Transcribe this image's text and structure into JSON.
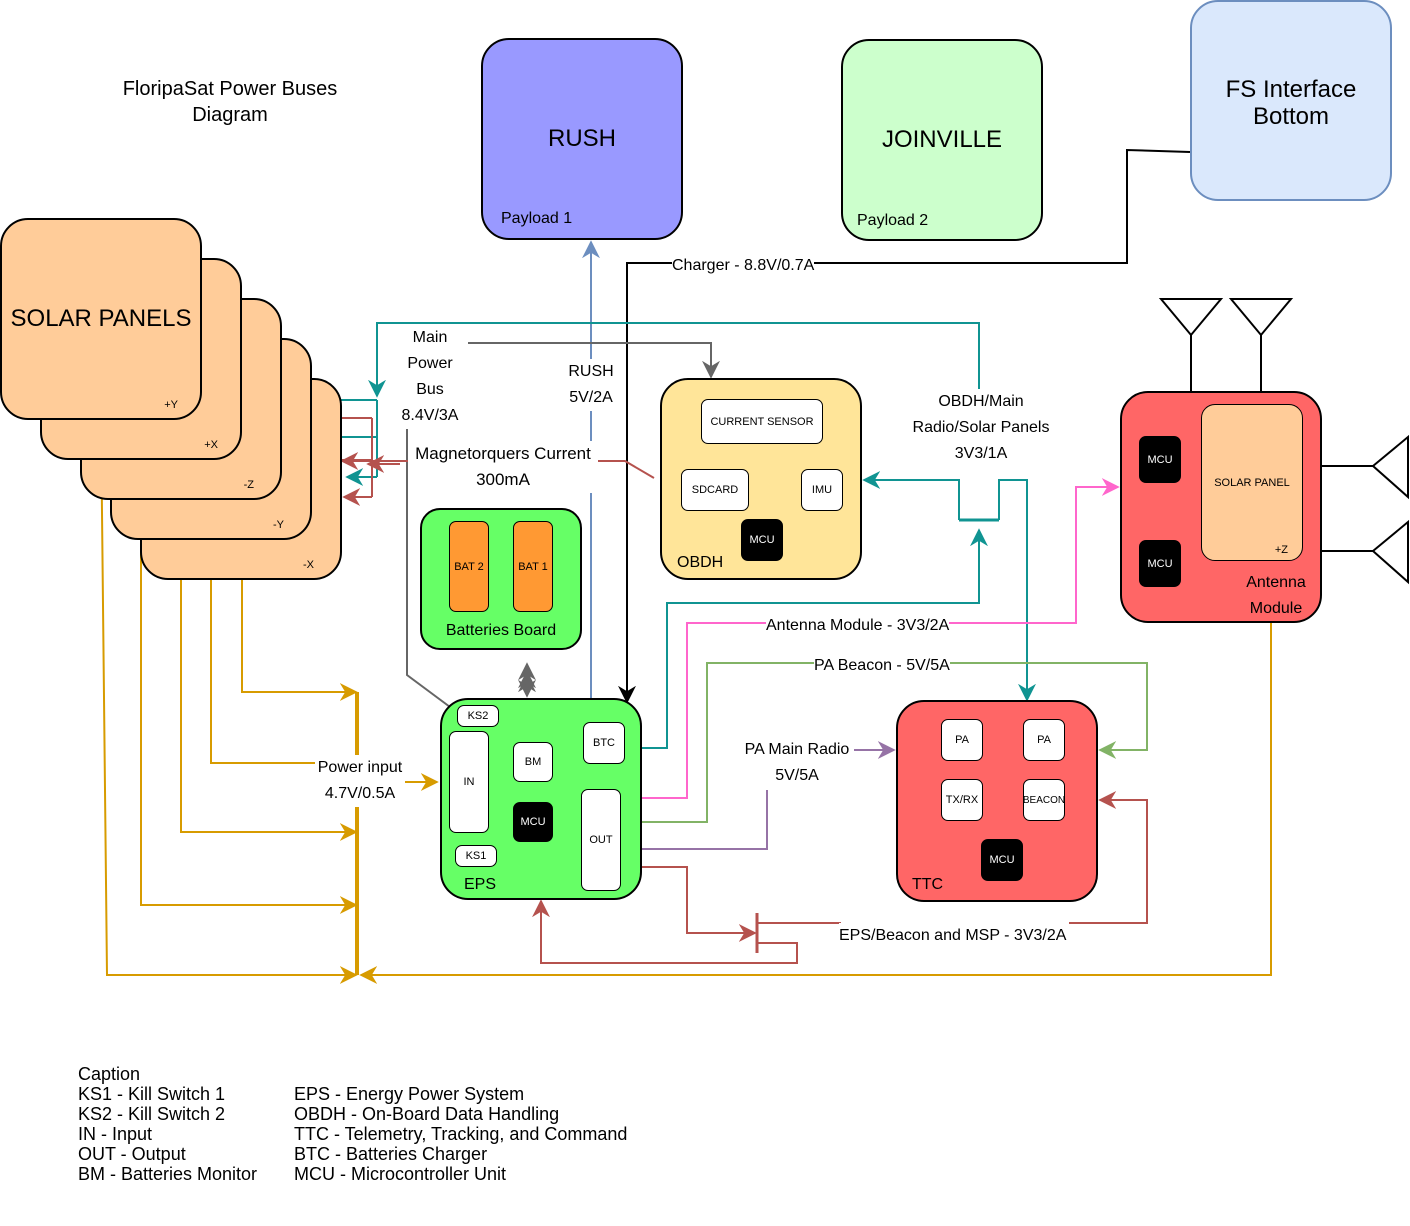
{
  "title": {
    "line1": "FloripaSat Power Buses",
    "line2": "Diagram"
  },
  "solar_panels": {
    "name": "SOLAR PANELS",
    "faces": [
      "+Y",
      "+X",
      "-Z",
      "-Y",
      "-X"
    ]
  },
  "payload1": {
    "name": "RUSH",
    "tag": "Payload 1"
  },
  "payload2": {
    "name": "JOINVILLE",
    "tag": "Payload 2"
  },
  "fs_interface": {
    "line1": "FS Interface",
    "line2": "Bottom"
  },
  "obdh": {
    "name": "OBDH",
    "current_sensor": "CURRENT SENSOR",
    "sdcard": "SDCARD",
    "imu": "IMU",
    "mcu": "MCU"
  },
  "batteries": {
    "name": "Batteries Board",
    "bat2": "BAT 2",
    "bat1": "BAT 1"
  },
  "eps": {
    "name": "EPS",
    "ks2": "KS2",
    "ks1": "KS1",
    "in": "IN",
    "bm": "BM",
    "mcu": "MCU",
    "btc": "BTC",
    "out": "OUT"
  },
  "ttc": {
    "name": "TTC",
    "pa1": "PA",
    "pa2": "PA",
    "txrx": "TX/RX",
    "beacon": "BEACON",
    "mcu": "MCU"
  },
  "antenna": {
    "name_line1": "Antenna",
    "name_line2": "Module",
    "mcu1": "MCU",
    "mcu2": "MCU",
    "solar_panel": "SOLAR PANEL",
    "face": "+Z"
  },
  "labels": {
    "charger": "Charger - 8.8V/0.7A",
    "main_bus": [
      "Main",
      "Power",
      "Bus",
      "8.4V/3A"
    ],
    "rush_bus": [
      "RUSH",
      "5V/2A"
    ],
    "magnetorquers": [
      "Magnetorquers Current",
      "300mA"
    ],
    "obdh_bus": [
      "OBDH/Main",
      "Radio/Solar Panels",
      "3V3/1A"
    ],
    "antenna_bus": "Antenna Module - 3V3/2A",
    "pa_beacon": "PA Beacon - 5V/5A",
    "pa_main": [
      "PA Main Radio",
      "5V/5A"
    ],
    "power_input": [
      "Power input",
      "4.7V/0.5A"
    ],
    "eps_beacon": "EPS/Beacon and MSP - 3V3/2A"
  },
  "caption": {
    "heading": "Caption",
    "left": [
      "KS1 - Kill Switch 1",
      "KS2 - Kill Switch 2",
      "IN - Input",
      "OUT - Output",
      "BM - Batteries Monitor"
    ],
    "right": [
      "EPS - Energy Power System",
      "OBDH - On-Board Data Handling",
      "TTC - Telemetry, Tracking, and Command",
      "BTC - Batteries Charger",
      "MCU - Microcontroller Unit"
    ]
  },
  "colors": {
    "solar": "#ffcc99",
    "rush": "#9999ff",
    "joinville": "#ccffcc",
    "fs": "#dae8fc",
    "obdh": "#ffe599",
    "eps": "#66ff66",
    "ttc": "#ff6666",
    "battery": "#ff9933",
    "teal": "#109492",
    "red": "#b5524e",
    "gold": "#d79b00",
    "pink": "#ff66cc",
    "green_line": "#82b366",
    "purple": "#9673a6",
    "blue_line": "#6c8ebf",
    "gray": "#666666"
  }
}
